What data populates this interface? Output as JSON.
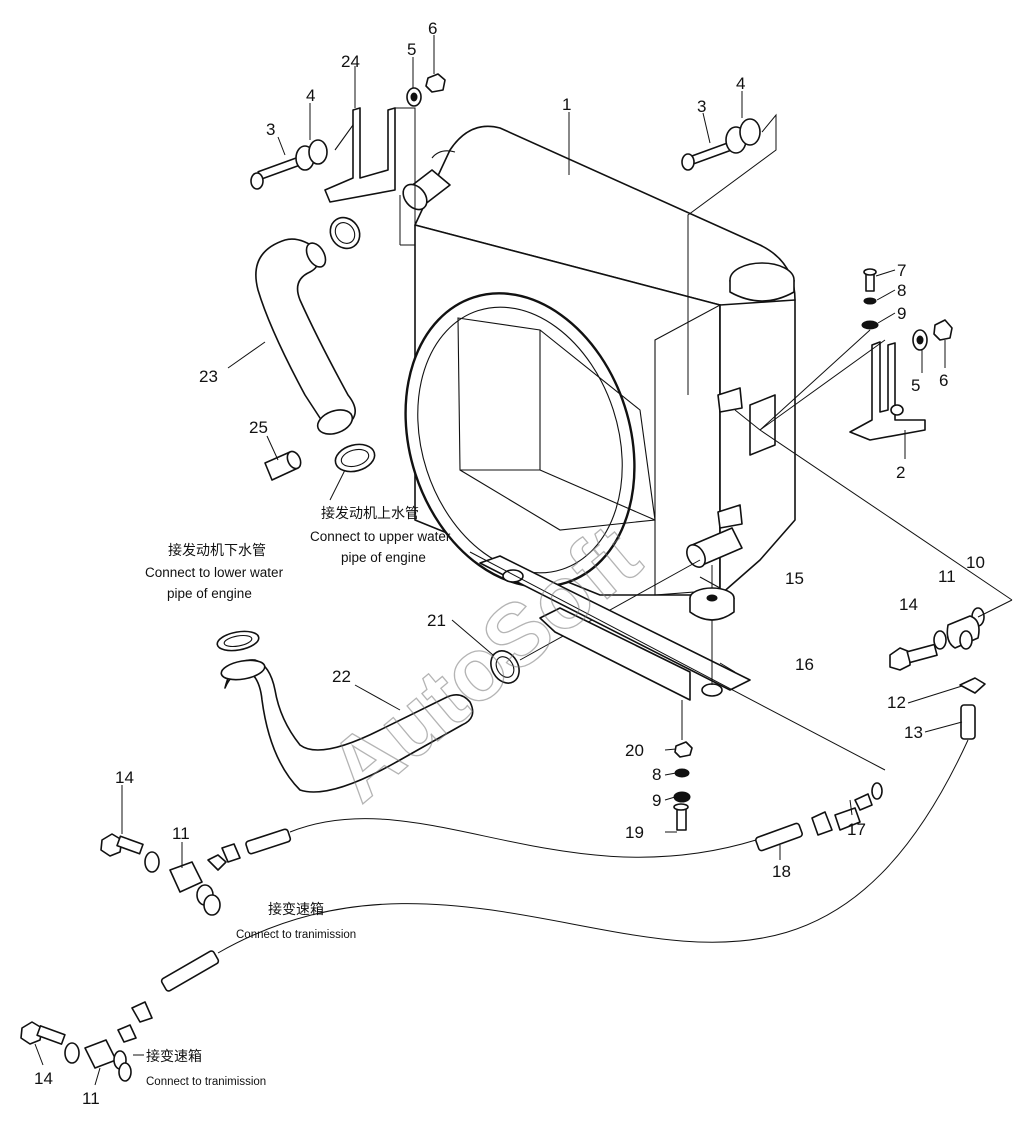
{
  "watermark": "AutoSoft",
  "labels": {
    "l1": "1",
    "l2": "2",
    "l3a": "3",
    "l3b": "3",
    "l4a": "4",
    "l4b": "4",
    "l5a": "5",
    "l5b": "5",
    "l6a": "6",
    "l6b": "6",
    "l7": "7",
    "l8a": "8",
    "l8b": "8",
    "l9a": "9",
    "l9b": "9",
    "l10": "10",
    "l11a": "11",
    "l11b": "11",
    "l11c": "11",
    "l12": "12",
    "l13": "13",
    "l14a": "14",
    "l14b": "14",
    "l14c": "14",
    "l15": "15",
    "l16": "16",
    "l17": "17",
    "l18": "18",
    "l19": "19",
    "l20": "20",
    "l21": "21",
    "l22": "22",
    "l23": "23",
    "l24": "24",
    "l25": "25"
  },
  "annotations": {
    "upper_water_cn": "接发动机上水管",
    "upper_water_en_1": "Connect to upper water",
    "upper_water_en_2": "pipe of engine",
    "lower_water_cn": "接发动机下水管",
    "lower_water_en_1": "Connect to lower water",
    "lower_water_en_2": "pipe of engine",
    "trans_mid_cn": "接变速箱",
    "trans_mid_en": "Connect to tranimission",
    "trans_low_cn": "接变速箱",
    "trans_low_en": "Connect to tranimission"
  }
}
